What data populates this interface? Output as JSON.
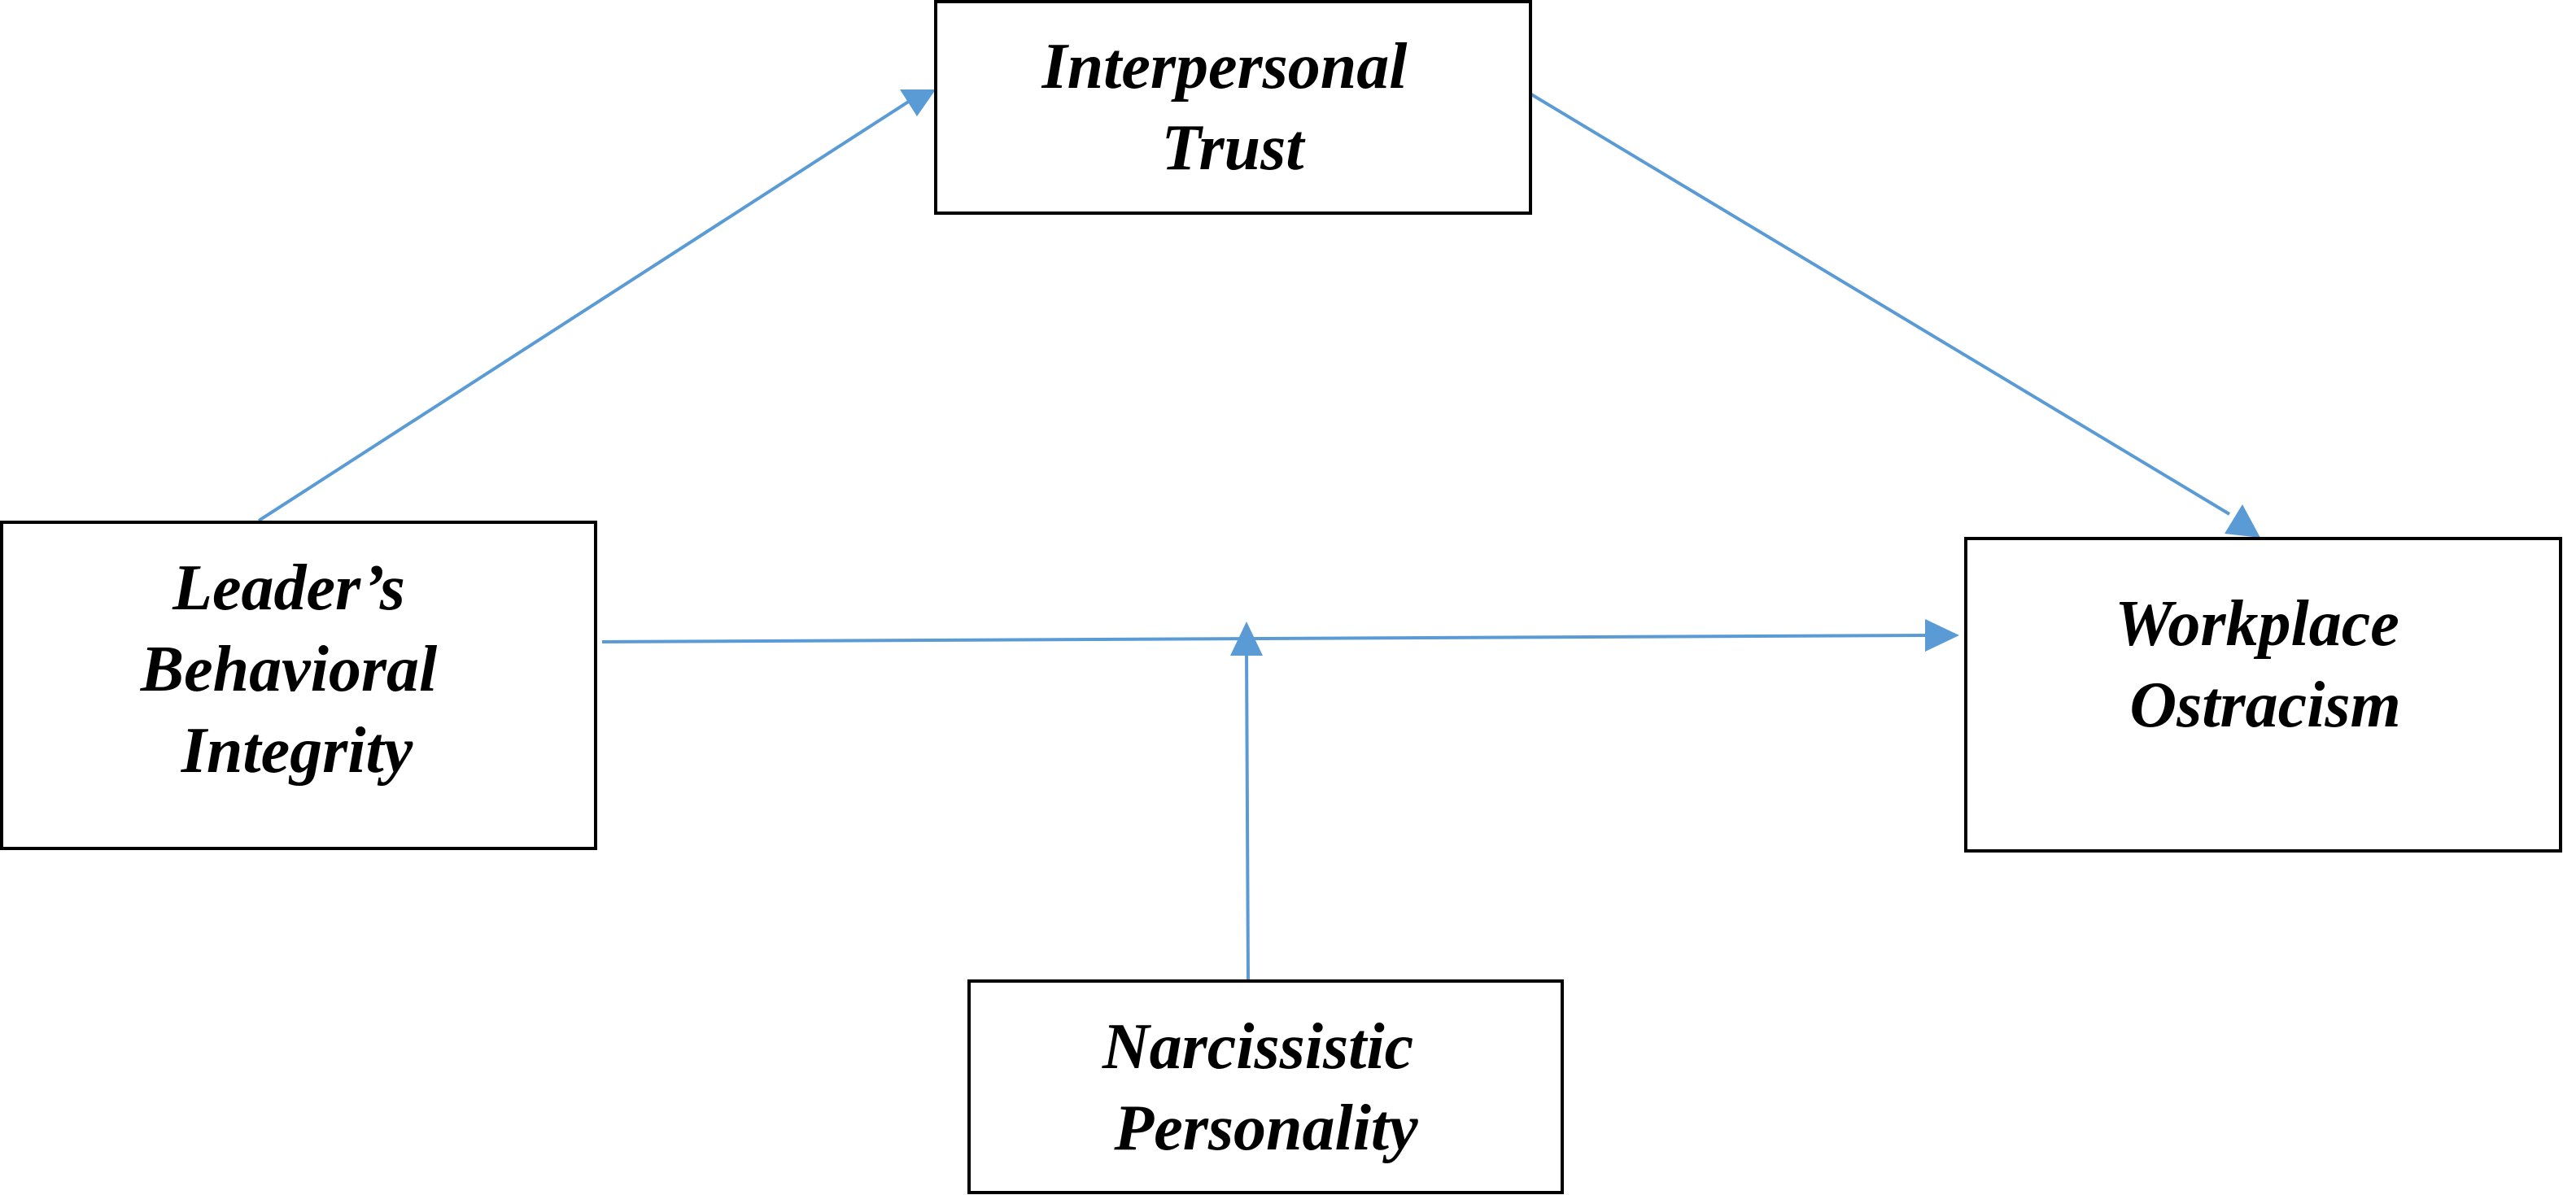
{
  "diagram": {
    "nodes": {
      "interpersonal_trust": {
        "lines": [
          "Interpersonal",
          "Trust"
        ]
      },
      "leaders_behavioral_integrity": {
        "lines": [
          "Leader’s",
          "Behavioral",
          "Integrity"
        ]
      },
      "workplace_ostracism": {
        "lines": [
          "Workplace",
          "Ostracism"
        ]
      },
      "narcissistic_personality": {
        "lines": [
          "Narcissistic",
          "Personality"
        ]
      }
    },
    "edges": [
      {
        "from": "leaders_behavioral_integrity",
        "to": "interpersonal_trust"
      },
      {
        "from": "interpersonal_trust",
        "to": "workplace_ostracism"
      },
      {
        "from": "leaders_behavioral_integrity",
        "to": "workplace_ostracism"
      },
      {
        "from": "narcissistic_personality",
        "to": "leaders_behavioral_integrity-workplace_ostracism-path"
      }
    ],
    "colors": {
      "arrow": "#5b9bd5",
      "box_border": "#000000",
      "text": "#000000",
      "background": "#ffffff"
    }
  }
}
